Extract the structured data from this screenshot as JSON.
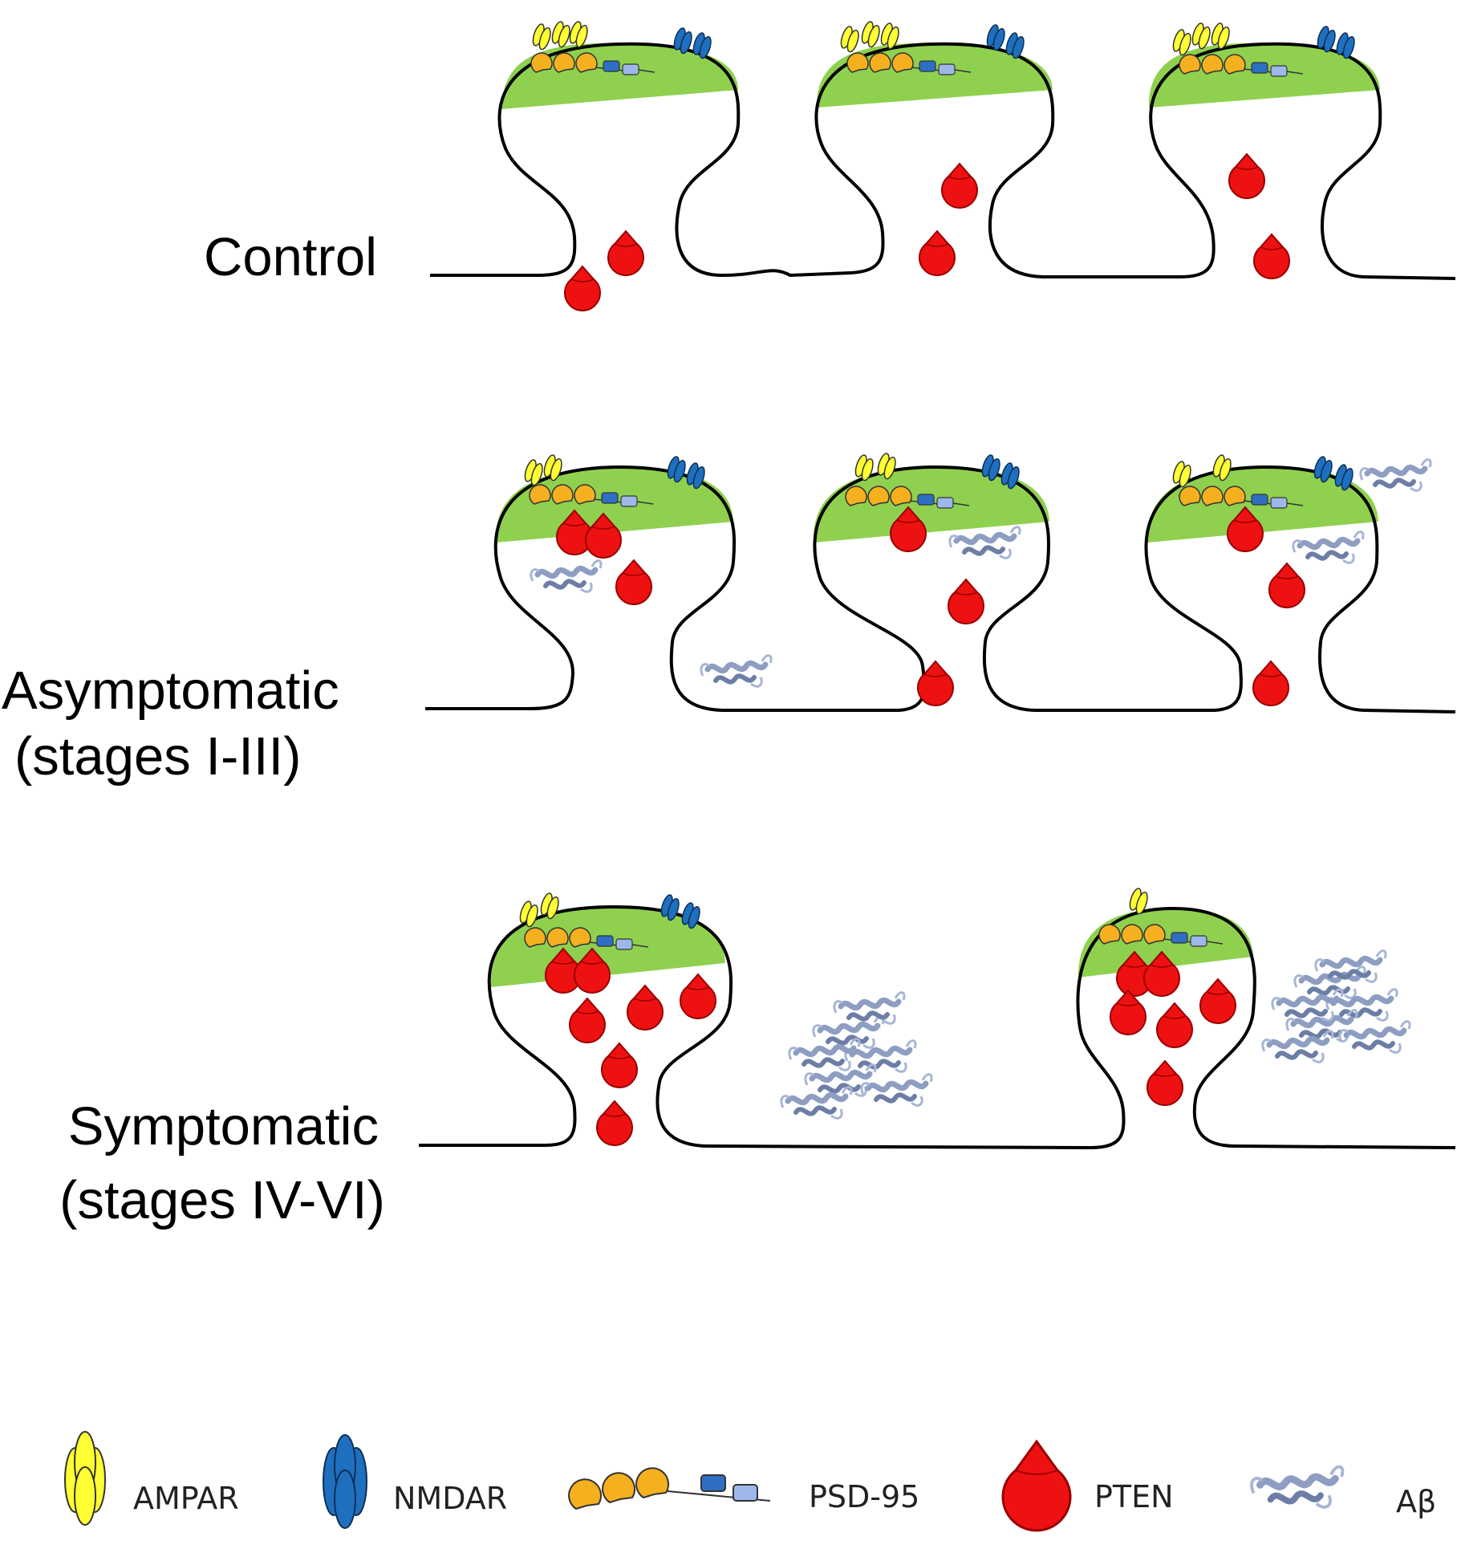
{
  "rows": [
    {
      "label_lines": [
        "Control"
      ]
    },
    {
      "label_lines": [
        "Asymptomatic",
        "(stages I-III)"
      ]
    },
    {
      "label_lines": [
        "Symptomatic",
        "(stages IV-VI)"
      ]
    }
  ],
  "legend": {
    "ampar": "AMPAR",
    "nmdar": "NMDAR",
    "psd95": "PSD-95",
    "pten": "PTEN",
    "abeta": "Aβ"
  },
  "colors": {
    "psd_green": "#8fd14f",
    "ampar_yellow": "#ffff33",
    "nmdar_blue": "#1f6fbf",
    "psd95_orange": "#f5b020",
    "psd95_dark_box": "#2e6fc4",
    "psd95_light_box": "#9db8e8",
    "pten_red": "#ee1111",
    "abeta_grey": "#8e9ec2"
  }
}
